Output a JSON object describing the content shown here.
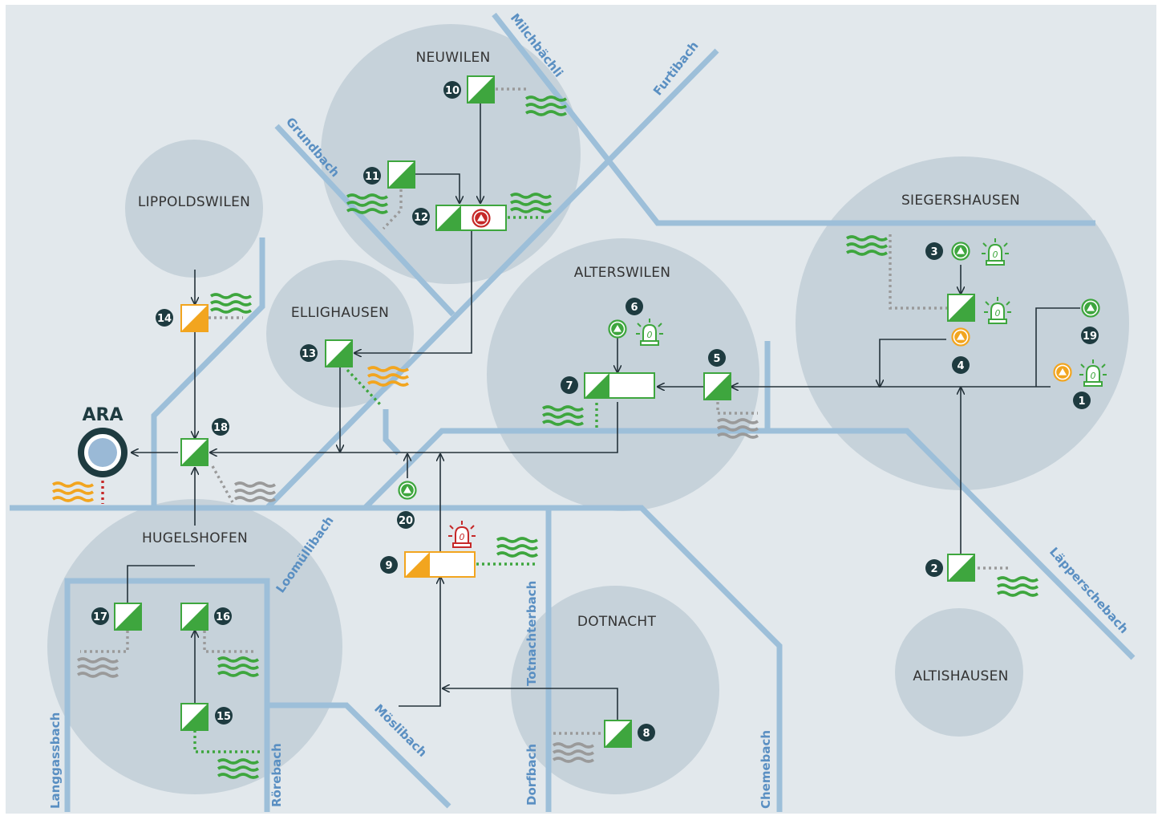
{
  "colors": {
    "background": "#e2e8ec",
    "town": "#c6d2da",
    "creek": "#9dbfd9",
    "green": "#3ea63e",
    "orange": "#f2a51f",
    "red": "#c62828",
    "gray": "#9a9a9a",
    "dark": "#1e3b40"
  },
  "towns": {
    "neuwilen": "NEUWILEN",
    "lippoldswilen": "LIPPOLDSWILEN",
    "ellighausen": "ELLIGHAUSEN",
    "alterswilen": "ALTERSWILEN",
    "siegershausen": "SIEGERSHAUSEN",
    "hugelshofen": "HUGELSHOFEN",
    "dotnacht": "DOTNACHT",
    "altishausen": "ALTISHAUSEN"
  },
  "creeks": {
    "milchbaechli": "Milchbächli",
    "furtibach": "Furtibach",
    "grundbach": "Grundbach",
    "loomuellibach": "Loomüllibach",
    "totnachterbach": "Totnachterbach",
    "laepperschebach": "Läpperschebach",
    "langgassbach": "Langgassbach",
    "roerebach": "Rörebach",
    "moeslibach": "Möslibach",
    "dorfbach": "Dorfbach",
    "chemebach": "Chemebach"
  },
  "ara": {
    "label": "ARA"
  },
  "nodes": {
    "n1": "1",
    "n2": "2",
    "n3": "3",
    "n4": "4",
    "n5": "5",
    "n6": "6",
    "n7": "7",
    "n8": "8",
    "n9": "9",
    "n10": "10",
    "n11": "11",
    "n12": "12",
    "n13": "13",
    "n14": "14",
    "n15": "15",
    "n16": "16",
    "n17": "17",
    "n18": "18",
    "n19": "19",
    "n20": "20"
  },
  "icons": {
    "basin": "storm-basin-icon",
    "pump": "pump-station-icon",
    "alarm": "alarm-beacon-icon",
    "discharge": "water-discharge-icon"
  }
}
